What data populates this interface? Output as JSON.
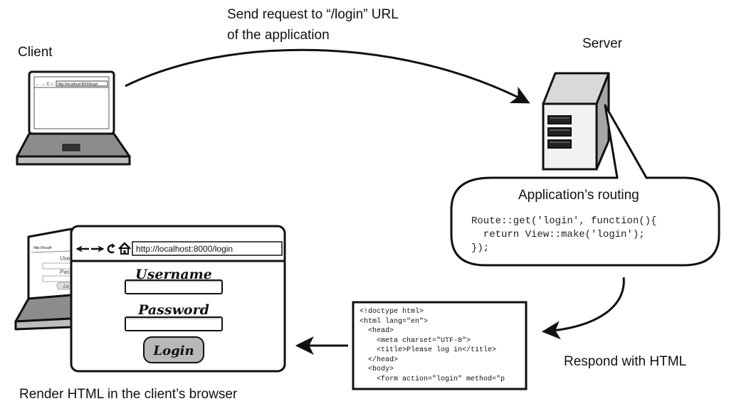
{
  "labels": {
    "client": "Client",
    "server": "Server",
    "request_line1": "Send request to “/login” URL",
    "request_line2": "of the application",
    "respond": "Respond with HTML",
    "render": "Render HTML in the client’s browser"
  },
  "routing": {
    "title": "Application’s routing",
    "code": [
      "Route::get('login', function(){",
      "  return View::make('login');",
      "});"
    ]
  },
  "html_doc": {
    "lines": [
      "<!doctype html>",
      "<html lang=\"en\">",
      "  <head>",
      "    <meta charset=\"UTF-8\">",
      "    <title>Please log in</title>",
      "  </head>",
      "  <body>",
      "    <form action=\"login\" method=\"p"
    ]
  },
  "browser": {
    "url_small": "http://localhost:8000/login",
    "url": "http://localhost:8000/login",
    "url_back": "http://localh",
    "username_label": "Username",
    "password_label": "Password",
    "login_button": "Login",
    "ghost_username": "Use",
    "ghost_password": "Pas",
    "ghost_login": "Lo"
  },
  "colors": {
    "stroke": "#111111",
    "laptop_body": "#8c8c8c",
    "laptop_light": "#bdbdbd",
    "server_front": "#f2f2f2",
    "server_side": "#a6a6a6",
    "button_fill": "#b8b8b8"
  }
}
